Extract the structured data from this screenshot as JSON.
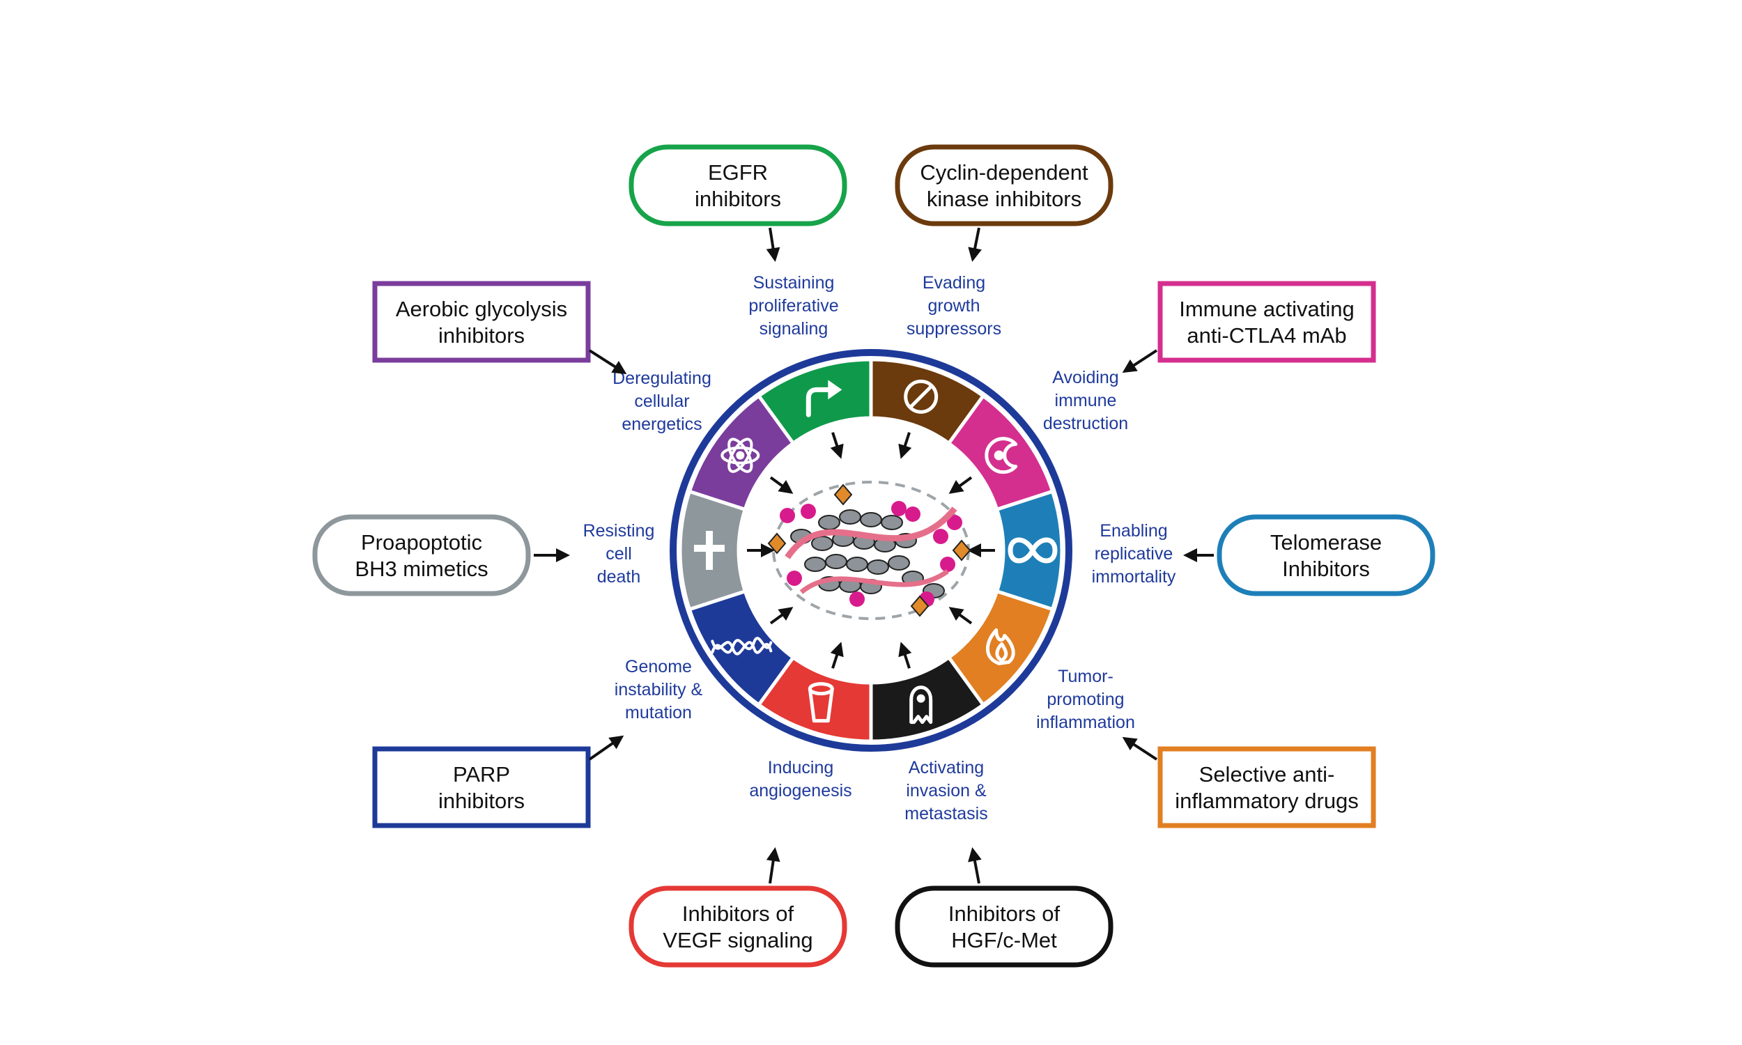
{
  "drugs": [
    {
      "lines": [
        "EGFR",
        "inhibitors"
      ],
      "color": "#17a34a",
      "shape": "pill"
    },
    {
      "lines": [
        "Cyclin-dependent",
        "kinase inhibitors"
      ],
      "color": "#6b3a0d",
      "shape": "pill"
    },
    {
      "lines": [
        "Immune activating",
        "anti-CTLA4 mAb"
      ],
      "color": "#d42f8f",
      "shape": "rect"
    },
    {
      "lines": [
        "Telomerase",
        "Inhibitors"
      ],
      "color": "#1e7fb8",
      "shape": "pill"
    },
    {
      "lines": [
        "Selective anti-",
        "inflammatory drugs"
      ],
      "color": "#e17f22",
      "shape": "rect"
    },
    {
      "lines": [
        "Inhibitors of",
        "HGF/c-Met"
      ],
      "color": "#111111",
      "shape": "pill"
    },
    {
      "lines": [
        "Inhibitors of",
        "VEGF signaling"
      ],
      "color": "#e53935",
      "shape": "pill"
    },
    {
      "lines": [
        "PARP",
        "inhibitors"
      ],
      "color": "#1e3a99",
      "shape": "rect"
    },
    {
      "lines": [
        "Proapoptotic",
        "BH3 mimetics"
      ],
      "color": "#8e979c",
      "shape": "pill"
    },
    {
      "lines": [
        "Aerobic glycolysis",
        "inhibitors"
      ],
      "color": "#7a3d9c",
      "shape": "rect"
    }
  ],
  "hallmarks": [
    {
      "lines": [
        "Sustaining",
        "proliferative",
        "signaling"
      ],
      "color": "#0e9a4a",
      "icon": "arrow-turn-icon"
    },
    {
      "lines": [
        "Evading",
        "growth",
        "suppressors"
      ],
      "color": "#6b3a0d",
      "icon": "prohibition-icon"
    },
    {
      "lines": [
        "Avoiding",
        "immune",
        "destruction"
      ],
      "color": "#d42f8f",
      "icon": "immune-cell-icon"
    },
    {
      "lines": [
        "Enabling",
        "replicative",
        "immortality"
      ],
      "color": "#1e7fb8",
      "icon": "infinity-icon"
    },
    {
      "lines": [
        "Tumor-",
        "promoting",
        "inflammation"
      ],
      "color": "#e17f22",
      "icon": "flame-icon"
    },
    {
      "lines": [
        "Activating",
        "invasion &",
        "metastasis"
      ],
      "color": "#1a1a1a",
      "icon": "ghost-cell-icon"
    },
    {
      "lines": [
        "Inducing",
        "angiogenesis"
      ],
      "color": "#e53935",
      "icon": "vessel-icon"
    },
    {
      "lines": [
        "Genome",
        "instability &",
        "mutation"
      ],
      "color": "#1e3a99",
      "icon": "dna-icon"
    },
    {
      "lines": [
        "Resisting",
        "cell",
        "death"
      ],
      "color": "#8e979c",
      "icon": "cross-icon"
    },
    {
      "lines": [
        "Deregulating",
        "cellular",
        "energetics"
      ],
      "color": "#7a3d9c",
      "icon": "atom-icon"
    }
  ],
  "colors": {
    "ring_border": "#1e3a99",
    "label_blue": "#1f3a9c",
    "arrow": "#111111",
    "tumor_outline": "#9ea4a8"
  },
  "center": {
    "icon": "tumor-cluster-icon"
  }
}
